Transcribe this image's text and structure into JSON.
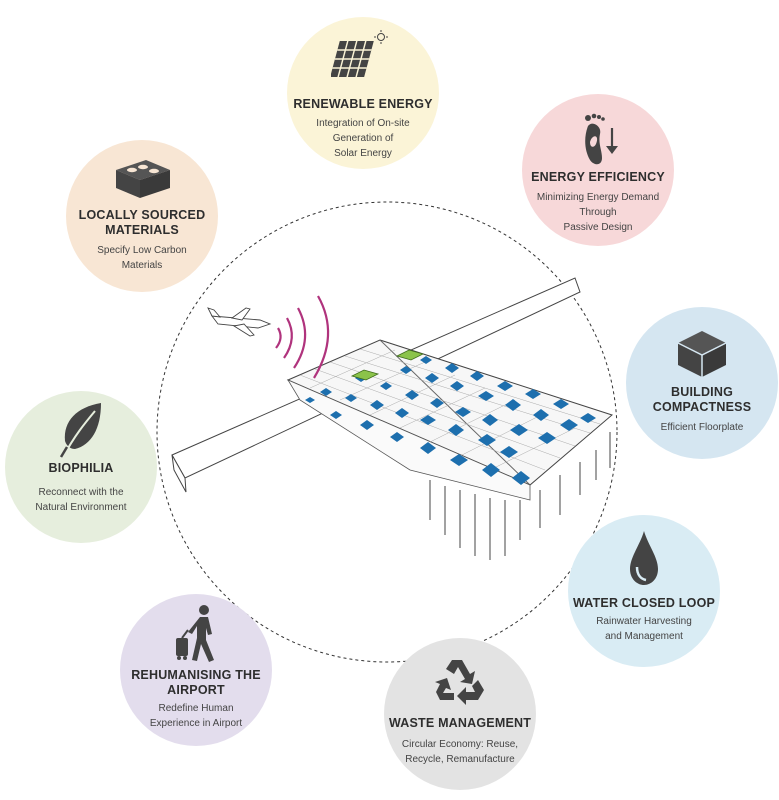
{
  "diagram": {
    "center_illustration": "airport terminal with solar roof",
    "strategies": [
      {
        "title": "RENEWABLE ENERGY",
        "desc": [
          "Integration of On-site",
          "Generation of",
          "Solar Energy"
        ],
        "color": "#fbf4d7"
      },
      {
        "title": "ENERGY EFFICIENCY",
        "desc": [
          "Minimizing Energy Demand",
          "Through",
          "Passive Design"
        ],
        "color": "#f7d8d9"
      },
      {
        "title": "BUILDING",
        "title2": "COMPACTNESS",
        "desc": [
          "Efficient Floorplate"
        ],
        "color": "#d5e6f1"
      },
      {
        "title": "WATER CLOSED LOOP",
        "desc": [
          "Rainwater Harvesting",
          "and Management"
        ],
        "color": "#d9ecf4"
      },
      {
        "title": "WASTE  MANAGEMENT",
        "desc": [
          "Circular Economy: Reuse,",
          "Recycle, Remanufacture"
        ],
        "color": "#e3e3e3"
      },
      {
        "title": "REHUMANISING THE",
        "title2": "AIRPORT",
        "desc": [
          "Redefine Human",
          "Experience in Airport"
        ],
        "color": "#e3dded"
      },
      {
        "title": "BIOPHILIA",
        "desc": [
          "Reconnect with the",
          "Natural Environment"
        ],
        "color": "#e6eedd"
      },
      {
        "title": "LOCALLY  SOURCED",
        "title2": "MATERIALS",
        "desc": [
          "Specify Low Carbon",
          "Materials"
        ],
        "color": "#f8e6d4"
      }
    ]
  }
}
